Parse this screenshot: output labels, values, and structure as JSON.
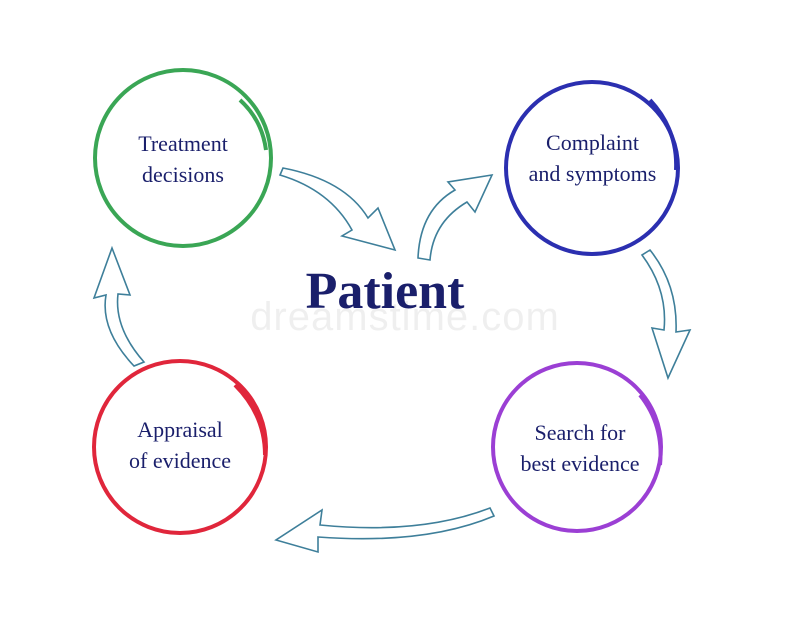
{
  "center": {
    "title": "Patient",
    "watermark": "dreamstime.com"
  },
  "nodes": [
    {
      "id": "treatment",
      "lines": [
        "Treatment",
        "decisions"
      ],
      "color": "#3aa655"
    },
    {
      "id": "complaint",
      "lines": [
        "Complaint",
        "and symptoms"
      ],
      "color": "#2b2fb0"
    },
    {
      "id": "search",
      "lines": [
        "Search for",
        "best evidence"
      ],
      "color": "#9b3fd4"
    },
    {
      "id": "appraisal",
      "lines": [
        "Appraisal",
        "of evidence"
      ],
      "color": "#e0263b"
    }
  ],
  "arrow_color": "#3e7f9a",
  "text_color": "#1a1f6b"
}
